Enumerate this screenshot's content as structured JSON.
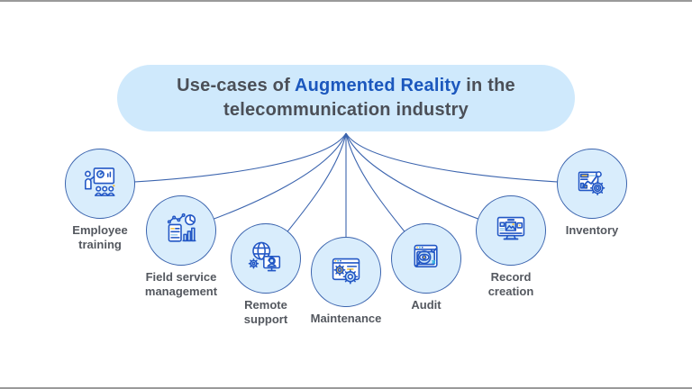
{
  "title": {
    "line1_prefix": "Use-cases of ",
    "line1_highlight": "Augmented Reality",
    "line1_suffix": " in the",
    "line2": "telecommunication industry"
  },
  "colors": {
    "bubble_bg": "#cfe9fc",
    "title_text": "#4b4f57",
    "title_highlight": "#1b57bd",
    "circle_fill": "#d9edfc",
    "circle_border": "#3b64ae",
    "connector": "#3b64ae",
    "label_text": "#54585f",
    "edge_line": "#9a9a9a",
    "icon_blue": "#2257c5",
    "icon_lightblue": "#cde6f7",
    "icon_yellow": "#f4c445",
    "icon_teal": "#38b6e3"
  },
  "items": [
    {
      "label": "Employee training",
      "label_display": "Employee\ntraining",
      "icon": "employee-training-icon"
    },
    {
      "label": "Field service management",
      "label_display": "Field service\nmanagement",
      "icon": "field-service-management-icon"
    },
    {
      "label": "Remote support",
      "label_display": "Remote\nsupport",
      "icon": "remote-support-icon"
    },
    {
      "label": "Maintenance",
      "label_display": "Maintenance",
      "icon": "maintenance-icon"
    },
    {
      "label": "Audit",
      "label_display": "Audit",
      "icon": "audit-icon"
    },
    {
      "label": "Record creation",
      "label_display": "Record\ncreation",
      "icon": "record-creation-icon"
    },
    {
      "label": "Inventory",
      "label_display": "Inventory",
      "icon": "inventory-icon"
    }
  ]
}
